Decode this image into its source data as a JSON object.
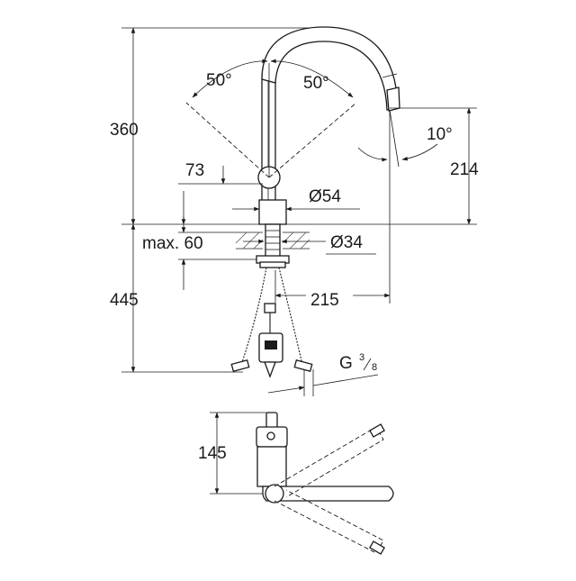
{
  "dimensions": {
    "height_total": "360",
    "angle_left": "50°",
    "angle_right": "50°",
    "spout_angle": "10°",
    "spout_height": "214",
    "handle_offset": "73",
    "base_diameter": "Ø54",
    "max_thickness": "max. 60",
    "hole_diameter": "Ø34",
    "below_depth": "445",
    "spout_reach": "215",
    "thread_main": "G",
    "thread_num": "3",
    "thread_den": "8",
    "plan_depth": "145"
  },
  "colors": {
    "line": "#1a1a1a",
    "background": "#ffffff"
  }
}
